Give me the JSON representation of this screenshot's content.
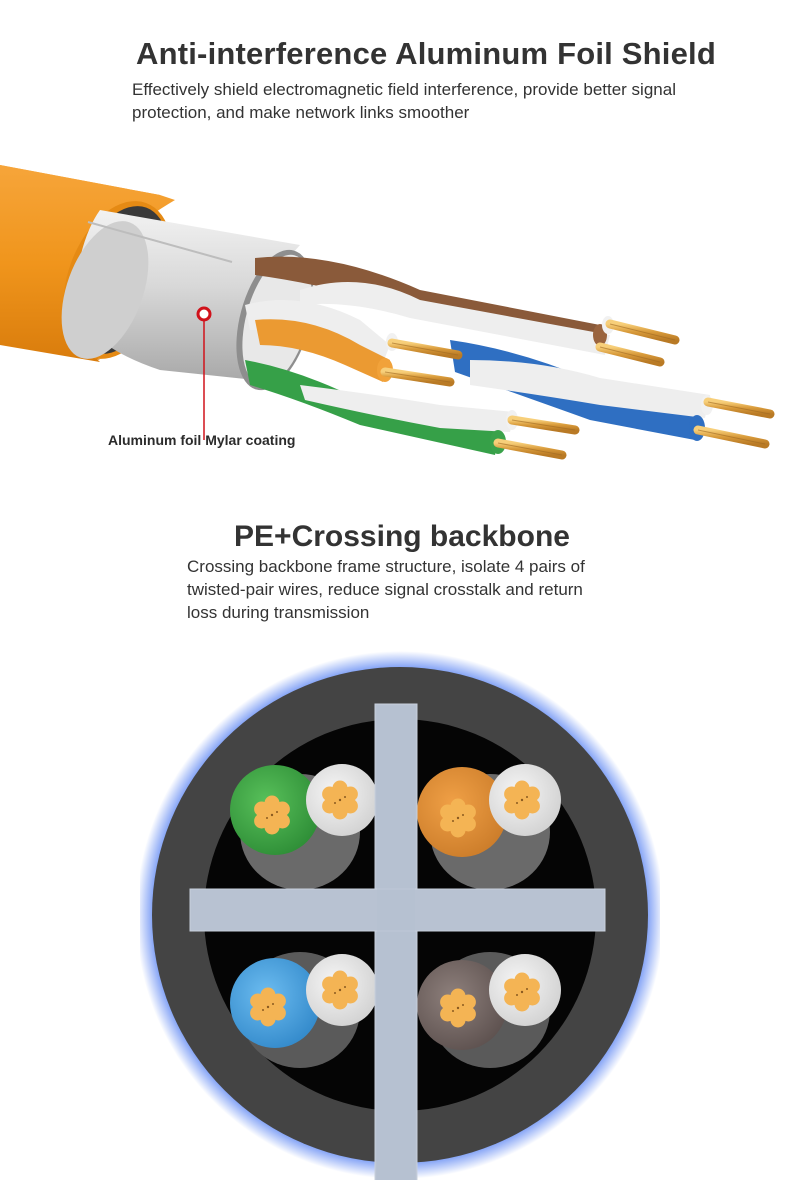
{
  "section1": {
    "title": "Anti-interference Aluminum Foil Shield",
    "subtitle_line1": "Effectively shield electromagnetic field interference, provide better signal",
    "subtitle_line2": "protection, and make network links smoother",
    "callout": {
      "label": "Aluminum foil Mylar coating",
      "marker_color": "#d0121b"
    },
    "illustration": {
      "jacket_color": "#f0961e",
      "shield_color": "#d9d9d9",
      "pairs": [
        "orange",
        "brown",
        "green",
        "blue"
      ]
    }
  },
  "section2": {
    "title": "PE+Crossing backbone",
    "subtitle_line1": "Crossing backbone frame structure, isolate 4 pairs of",
    "subtitle_line2": "twisted-pair wires, reduce signal crosstalk and return",
    "subtitle_line3": "loss during transmission",
    "illustration": {
      "jacket_color": "#444444",
      "glow_color": "#3a6cf0",
      "cross_color": "#b8c2d2",
      "pairs": [
        {
          "position": "top-left",
          "color": "#3aa33f",
          "stripe": "#ededed"
        },
        {
          "position": "top-right",
          "color": "#e8952f",
          "stripe": "#ededed"
        },
        {
          "position": "bottom-left",
          "color": "#4aa0dd",
          "stripe": "#ededed"
        },
        {
          "position": "bottom-right",
          "color": "#7d6f6c",
          "stripe": "#ededed"
        }
      ],
      "conductor_color": "#f4b454"
    }
  }
}
